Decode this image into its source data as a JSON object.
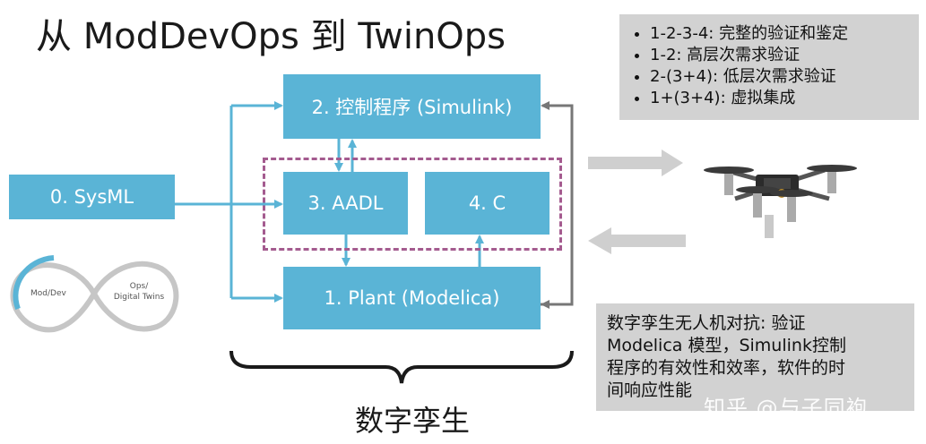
{
  "title": "从 ModDevOps 到 TwinOps",
  "boxes": {
    "sysml": "0. SysML",
    "simulink": "2. 控制程序 (Simulink)",
    "aadl": "3. AADL",
    "c": "4. C",
    "plant": "1. Plant (Modelica)"
  },
  "bracket_label": "数字孪生",
  "infinity": {
    "left_label": "Mod/Dev",
    "right_label_line1": "Ops/",
    "right_label_line2": "Digital Twins"
  },
  "info_items": [
    "1-2-3-4: 完整的验证和鉴定",
    "1-2: 高层次需求验证",
    "2-(3+4): 低层次需求验证",
    "1+(3+4): 虚拟集成"
  ],
  "description": "数字孪生无人机对抗: 验证\nModelica 模型，Simulink控制\n程序的有效性和效率，软件的时\n间响应性能",
  "watermark": "知乎 @与子同袍",
  "colors": {
    "box_blue": "#5ab4d6",
    "arrow_blue": "#5ab4d6",
    "arrow_gray": "#777777",
    "dashed_purple": "#a45b8f",
    "panel_gray": "#d2d2d2"
  }
}
